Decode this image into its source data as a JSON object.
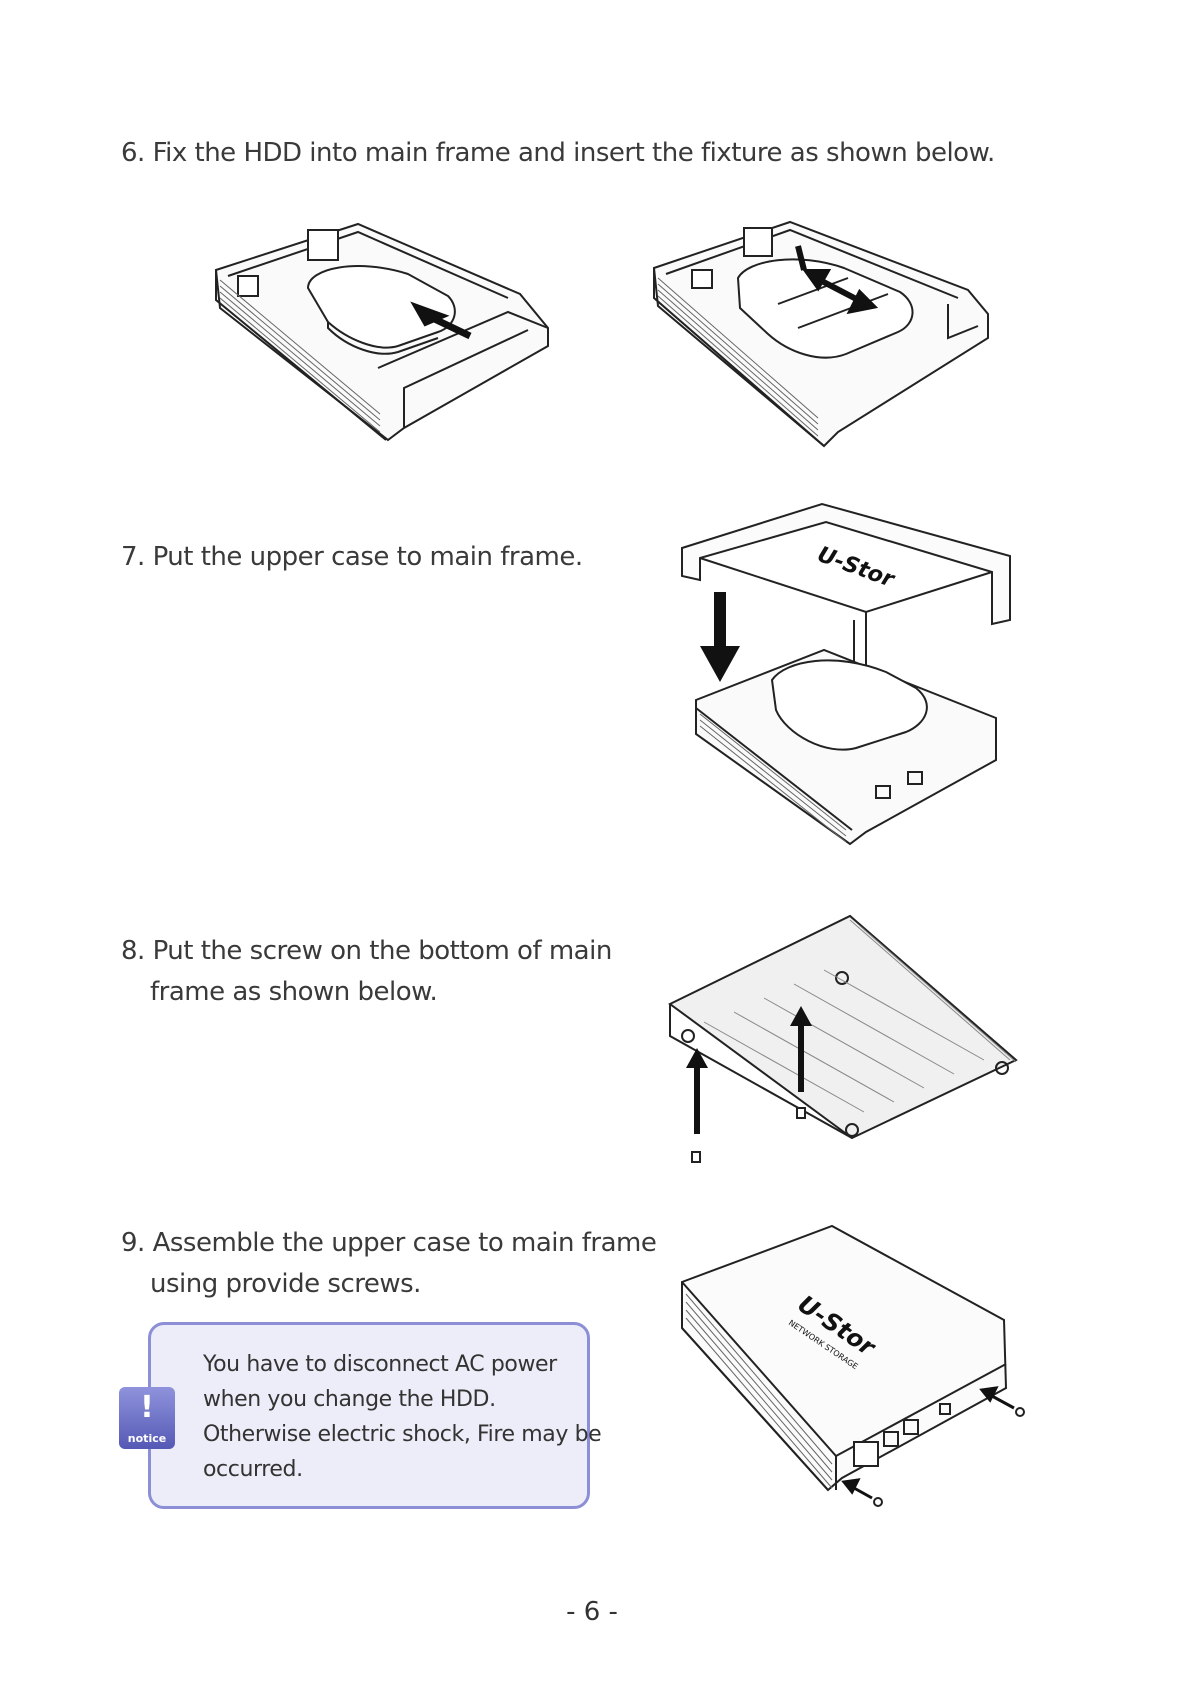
{
  "steps": {
    "s6": "6. Fix the HDD into main frame and insert the fixture as shown below.",
    "s7": "7. Put the upper case to main frame.",
    "s8_line1": "8. Put the screw on the bottom of main",
    "s8_line2": "frame as shown below.",
    "s9_line1": "9. Assemble the upper case to main frame",
    "s9_line2": "using provide screws."
  },
  "notice": {
    "icon": "notice-icon",
    "icon_mark": "!",
    "icon_label": "notice",
    "lines": [
      "You have to disconnect AC power",
      "when you change the HDD.",
      "Otherwise electric shock, Fire may be",
      "occurred."
    ]
  },
  "illustrations": {
    "logo_text": "U-Stor",
    "logo_subtext": "NETWORK STORAGE"
  },
  "page_number": "- 6 -",
  "colors": {
    "notice_border": "#8d8fd6",
    "notice_bg": "#ecedf8",
    "text": "#3a3a3a"
  }
}
